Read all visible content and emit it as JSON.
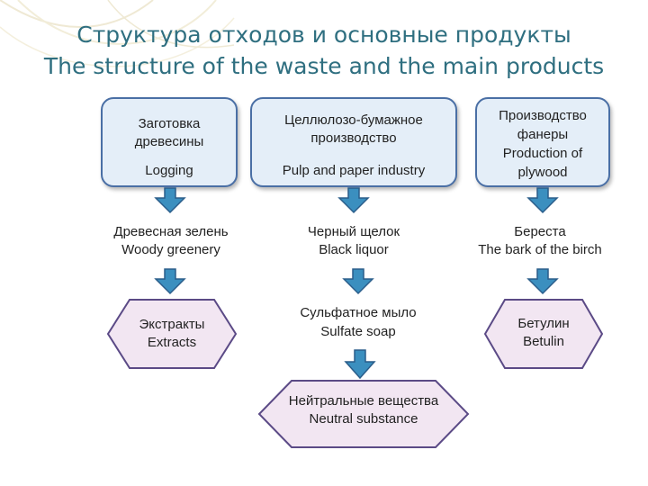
{
  "title": {
    "ru": "Структура отходов и основные продукты",
    "en": "The structure of the waste and the main products"
  },
  "boxes": {
    "logging": {
      "ru": "Заготовка\nдревесины",
      "en": "Logging"
    },
    "pulp": {
      "ru": "Целлюлозо-бумажное\nпроизводство",
      "en": "Pulp and paper industry"
    },
    "plywood": {
      "text": "Производство\nфанеры\nProduction of\nplywood"
    }
  },
  "products": {
    "greenery": {
      "ru": "Древесная зелень",
      "en": "Woody greenery"
    },
    "liquor": {
      "ru": "Черный щелок",
      "en": "Black liquor"
    },
    "bark": {
      "ru": "Береста",
      "en": "The bark of the birch"
    },
    "soap": {
      "ru": "Сульфатное мыло",
      "en": "Sulfate soap"
    }
  },
  "hexagons": {
    "extracts": {
      "ru": "Экстракты",
      "en": "Extracts"
    },
    "betulin": {
      "ru": "Бетулин",
      "en": "Betulin"
    },
    "neutral": {
      "ru": "Нейтральные вещества",
      "en": "Neutral substance"
    }
  },
  "colors": {
    "title": "#2f6f80",
    "box_fill": "#e4eef8",
    "box_border": "#4a6fa5",
    "hex_fill": "#f2e6f2",
    "arrow_fill": "#3b8fbf",
    "arrow_stroke": "#2a5d8a"
  }
}
